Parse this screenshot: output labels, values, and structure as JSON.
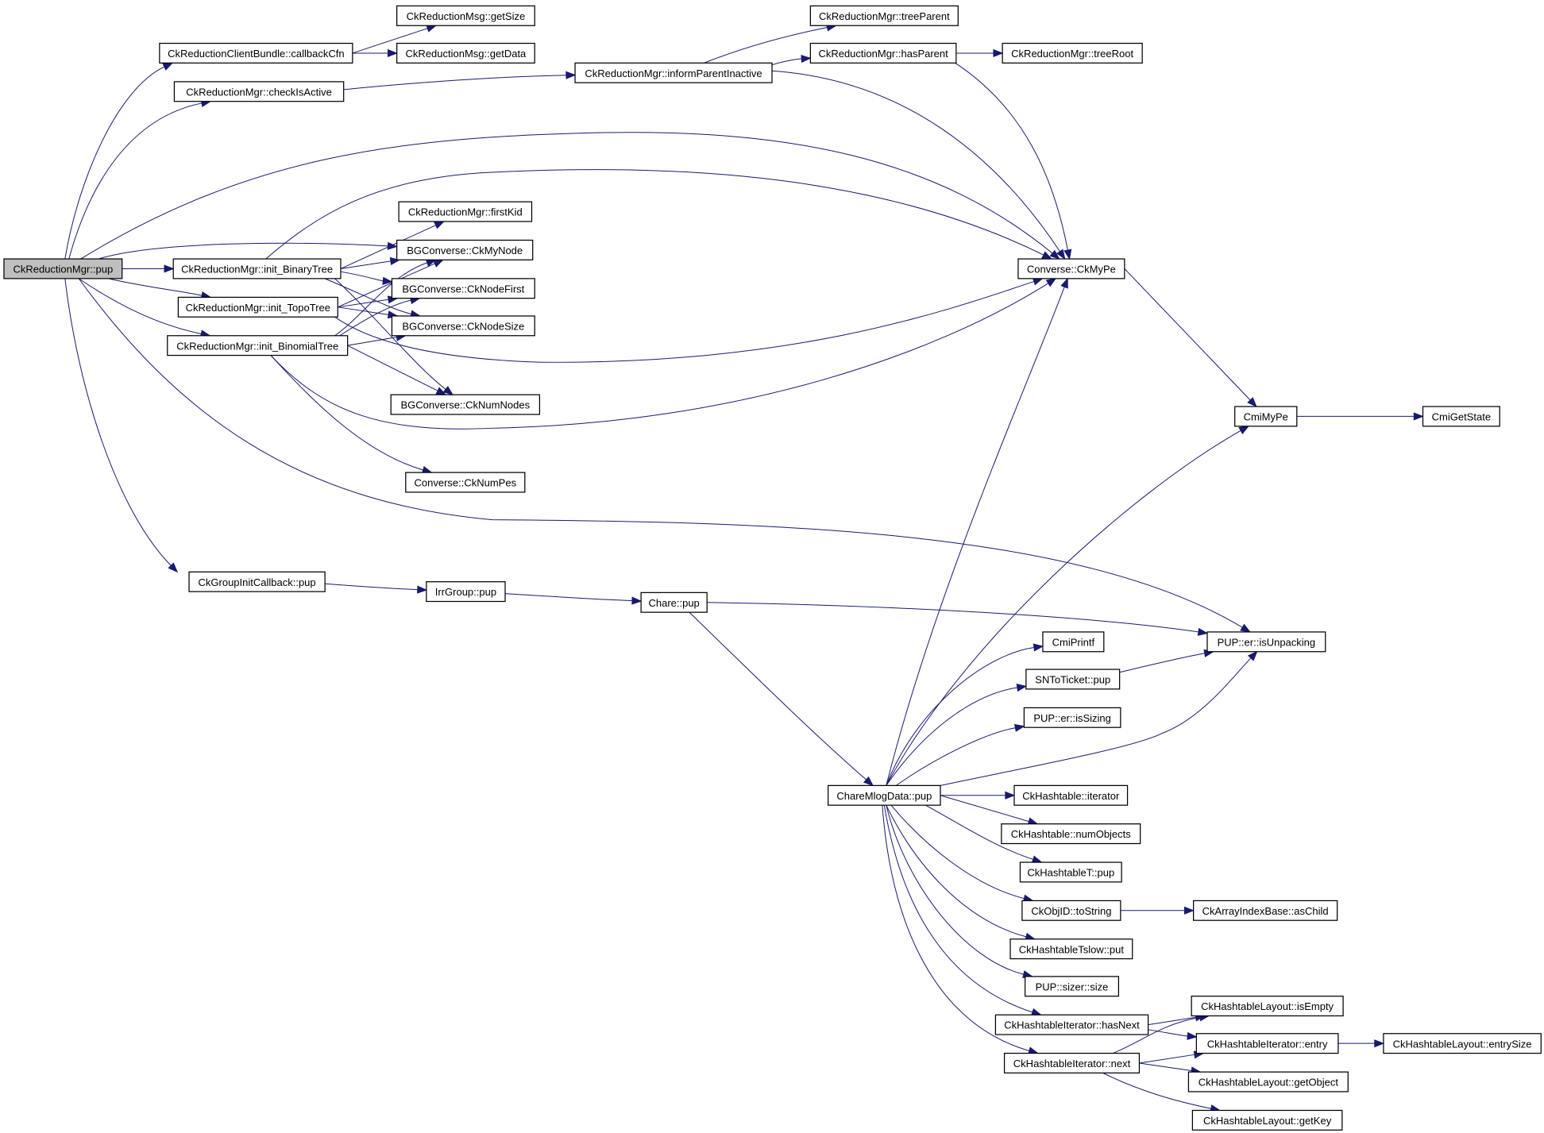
{
  "diagram": {
    "type": "call-graph",
    "root": "CkReductionMgr::pup",
    "colors": {
      "edge": "#191970",
      "root_fill": "#bfbfbf",
      "node_fill": "#ffffff",
      "node_border": "#000000"
    },
    "nodes": [
      {
        "id": "n0",
        "label": "CkReductionMgr::pup",
        "root": true
      },
      {
        "id": "n1",
        "label": "CkReductionClientBundle::callbackCfn"
      },
      {
        "id": "n2",
        "label": "CkReductionMsg::getSize"
      },
      {
        "id": "n3",
        "label": "CkReductionMsg::getData"
      },
      {
        "id": "n4",
        "label": "CkReductionMgr::checkIsActive"
      },
      {
        "id": "n5",
        "label": "CkReductionMgr::informParentInactive"
      },
      {
        "id": "n6",
        "label": "CkReductionMgr::treeParent"
      },
      {
        "id": "n7",
        "label": "CkReductionMgr::hasParent"
      },
      {
        "id": "n8",
        "label": "CkReductionMgr::treeRoot"
      },
      {
        "id": "n9",
        "label": "Converse::CkMyPe"
      },
      {
        "id": "n10",
        "label": "CkReductionMgr::firstKid"
      },
      {
        "id": "n11",
        "label": "BGConverse::CkMyNode"
      },
      {
        "id": "n12",
        "label": "CkReductionMgr::init_BinaryTree"
      },
      {
        "id": "n13",
        "label": "BGConverse::CkNodeFirst"
      },
      {
        "id": "n14",
        "label": "CkReductionMgr::init_TopoTree"
      },
      {
        "id": "n15",
        "label": "BGConverse::CkNodeSize"
      },
      {
        "id": "n16",
        "label": "CkReductionMgr::init_BinomialTree"
      },
      {
        "id": "n17",
        "label": "BGConverse::CkNumNodes"
      },
      {
        "id": "n18",
        "label": "Converse::CkNumPes"
      },
      {
        "id": "n19",
        "label": "CmiMyPe"
      },
      {
        "id": "n20",
        "label": "CmiGetState"
      },
      {
        "id": "n21",
        "label": "CkGroupInitCallback::pup"
      },
      {
        "id": "n22",
        "label": "IrrGroup::pup"
      },
      {
        "id": "n23",
        "label": "Chare::pup"
      },
      {
        "id": "n24",
        "label": "PUP::er::isUnpacking"
      },
      {
        "id": "n25",
        "label": "CmiPrintf"
      },
      {
        "id": "n26",
        "label": "SNToTicket::pup"
      },
      {
        "id": "n27",
        "label": "PUP::er::isSizing"
      },
      {
        "id": "n28",
        "label": "ChareMlogData::pup"
      },
      {
        "id": "n29",
        "label": "CkHashtable::iterator"
      },
      {
        "id": "n30",
        "label": "CkHashtable::numObjects"
      },
      {
        "id": "n31",
        "label": "CkHashtableT::pup"
      },
      {
        "id": "n32",
        "label": "CkObjID::toString"
      },
      {
        "id": "n33",
        "label": "CkArrayIndexBase::asChild"
      },
      {
        "id": "n34",
        "label": "CkHashtableTslow::put"
      },
      {
        "id": "n35",
        "label": "PUP::sizer::size"
      },
      {
        "id": "n36",
        "label": "CkHashtableLayout::isEmpty"
      },
      {
        "id": "n37",
        "label": "CkHashtableIterator::hasNext"
      },
      {
        "id": "n38",
        "label": "CkHashtableIterator::entry"
      },
      {
        "id": "n39",
        "label": "CkHashtableLayout::entrySize"
      },
      {
        "id": "n40",
        "label": "CkHashtableIterator::next"
      },
      {
        "id": "n41",
        "label": "CkHashtableLayout::getObject"
      },
      {
        "id": "n42",
        "label": "CkHashtableLayout::getKey"
      }
    ],
    "edges": [
      [
        "n0",
        "n1"
      ],
      [
        "n0",
        "n4"
      ],
      [
        "n0",
        "n9"
      ],
      [
        "n0",
        "n11"
      ],
      [
        "n0",
        "n12"
      ],
      [
        "n0",
        "n14"
      ],
      [
        "n0",
        "n16"
      ],
      [
        "n0",
        "n21"
      ],
      [
        "n0",
        "n24"
      ],
      [
        "n1",
        "n2"
      ],
      [
        "n1",
        "n3"
      ],
      [
        "n4",
        "n5"
      ],
      [
        "n5",
        "n6"
      ],
      [
        "n5",
        "n7"
      ],
      [
        "n5",
        "n9"
      ],
      [
        "n7",
        "n8"
      ],
      [
        "n7",
        "n9"
      ],
      [
        "n9",
        "n19"
      ],
      [
        "n12",
        "n9"
      ],
      [
        "n12",
        "n10"
      ],
      [
        "n12",
        "n11"
      ],
      [
        "n12",
        "n13"
      ],
      [
        "n12",
        "n15"
      ],
      [
        "n12",
        "n17"
      ],
      [
        "n14",
        "n11"
      ],
      [
        "n14",
        "n13"
      ],
      [
        "n14",
        "n15"
      ],
      [
        "n14",
        "n9"
      ],
      [
        "n16",
        "n11"
      ],
      [
        "n16",
        "n13"
      ],
      [
        "n16",
        "n15"
      ],
      [
        "n16",
        "n17"
      ],
      [
        "n16",
        "n18"
      ],
      [
        "n16",
        "n9"
      ],
      [
        "n19",
        "n20"
      ],
      [
        "n21",
        "n22"
      ],
      [
        "n22",
        "n23"
      ],
      [
        "n23",
        "n24"
      ],
      [
        "n23",
        "n28"
      ],
      [
        "n26",
        "n24"
      ],
      [
        "n28",
        "n9"
      ],
      [
        "n28",
        "n19"
      ],
      [
        "n28",
        "n24"
      ],
      [
        "n28",
        "n25"
      ],
      [
        "n28",
        "n26"
      ],
      [
        "n28",
        "n27"
      ],
      [
        "n28",
        "n29"
      ],
      [
        "n28",
        "n30"
      ],
      [
        "n28",
        "n31"
      ],
      [
        "n28",
        "n32"
      ],
      [
        "n28",
        "n34"
      ],
      [
        "n28",
        "n35"
      ],
      [
        "n28",
        "n37"
      ],
      [
        "n28",
        "n40"
      ],
      [
        "n32",
        "n33"
      ],
      [
        "n37",
        "n36"
      ],
      [
        "n37",
        "n38"
      ],
      [
        "n38",
        "n39"
      ],
      [
        "n40",
        "n36"
      ],
      [
        "n40",
        "n38"
      ],
      [
        "n40",
        "n41"
      ],
      [
        "n40",
        "n42"
      ]
    ]
  }
}
